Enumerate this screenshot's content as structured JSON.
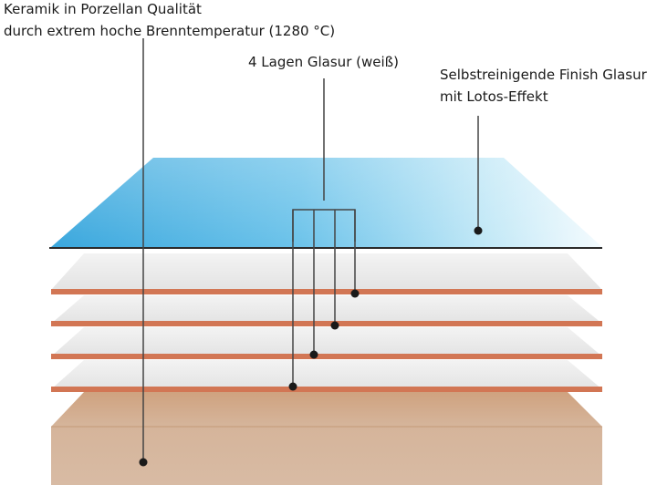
{
  "labels": {
    "ceramic": {
      "line1": "Keramik in Porzellan Qualität",
      "line2": "durch extrem hoche Brenntemperatur (1280 °C)"
    },
    "glaze_layers": "4 Lagen Glasur (weiß)",
    "finish": {
      "line1": "Selbstreinigende Finish Glasur",
      "line2": "mit Lotos-Effekt"
    }
  },
  "layers": [
    {
      "name": "finish-glaze",
      "color": "#3aa7dd"
    },
    {
      "name": "glaze-1",
      "color": "#e8e8e8"
    },
    {
      "name": "glaze-2",
      "color": "#e8e8e8"
    },
    {
      "name": "glaze-3",
      "color": "#e8e8e8"
    },
    {
      "name": "glaze-4",
      "color": "#e8e8e8"
    },
    {
      "name": "ceramic-base",
      "color": "#d2b094"
    }
  ],
  "colors": {
    "separator": "#d27654",
    "leader": "#444444",
    "dot": "#1a1a1a"
  }
}
